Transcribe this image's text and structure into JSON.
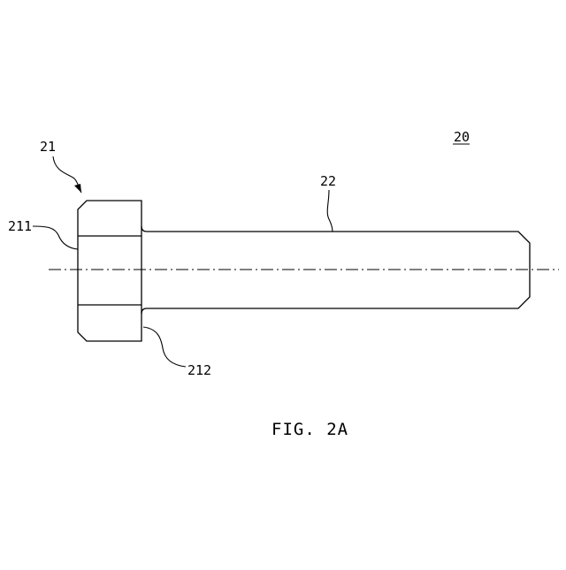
{
  "figure": {
    "caption": "FIG. 2A",
    "assembly_ref": "20",
    "labels": {
      "head": "21",
      "head_side_face": "211",
      "head_shoulder": "212",
      "shank": "22"
    }
  },
  "colors": {
    "line": "#000000",
    "background": "#ffffff"
  }
}
